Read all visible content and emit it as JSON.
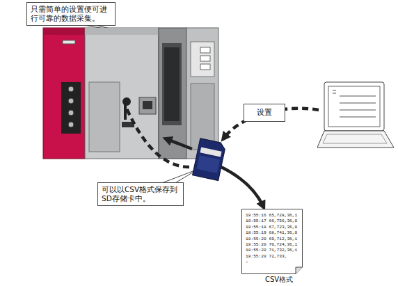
{
  "diagram": {
    "nodes": [
      {
        "text": [
          "只需简单的设置便可进行可靠的数据采集。"
        ]
      },
      {
        "text": [
          "设置"
        ]
      },
      {
        "text": [
          "可以以CSV格式保存到SD存储卡中。"
        ]
      },
      {
        "text": [
          "18:55:16 65,728,36,1",
          "18:55:17 66,756,36,0",
          "18:55:18 67,723,36,0",
          "18:55:19 68,741,36,0",
          "18:55:20 69,712,36,1",
          "18:55:20 70,724,36,1",
          "18:55:20 71,732,36,1",
          "18:55:20 72,733,",
          ":",
          "CSV格式"
        ]
      }
    ]
  }
}
